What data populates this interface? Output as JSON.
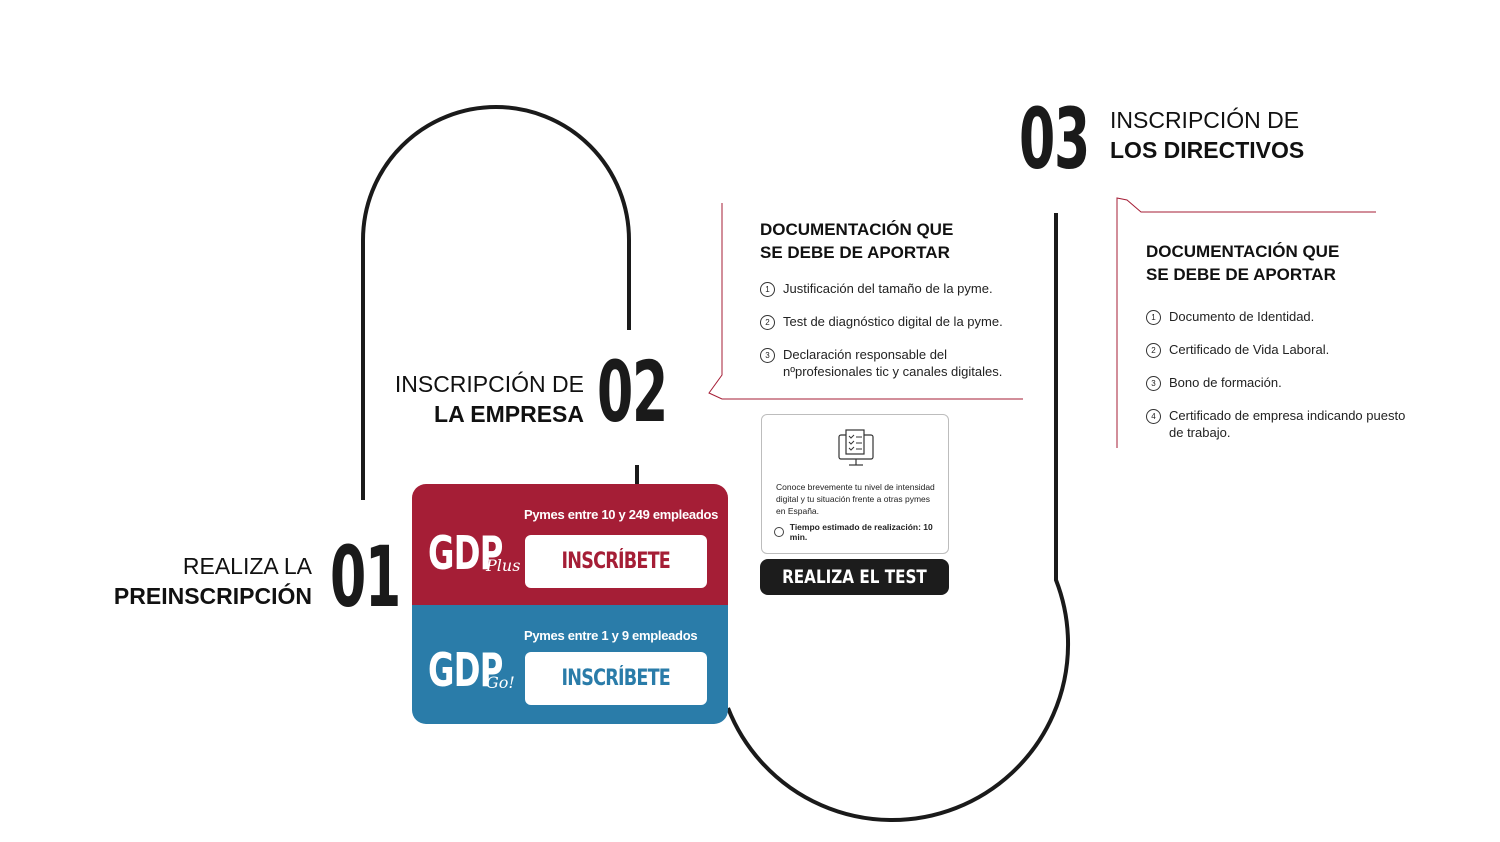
{
  "steps": [
    {
      "number": "01",
      "title_light": "REALIZA LA",
      "title_bold": "PREINSCRIPCIÓN"
    },
    {
      "number": "02",
      "title_light": "INSCRIPCIÓN DE",
      "title_bold": "LA EMPRESA"
    },
    {
      "number": "03",
      "title_light": "INSCRIPCIÓN DE",
      "title_bold": "LOS DIRECTIVOS"
    }
  ],
  "cards": {
    "plus": {
      "logo": "GDP",
      "logo_sub": "Plus",
      "caption": "Pymes entre 10 y 249 empleados",
      "button": "INSCRÍBETE",
      "color": "#a51e36"
    },
    "go": {
      "logo": "GDP",
      "logo_sub": "Go!",
      "caption": "Pymes entre 1 y 9 empleados",
      "button": "INSCRÍBETE",
      "color": "#2a7ca9"
    }
  },
  "company_docs": {
    "heading_line1": "DOCUMENTACIÓN QUE",
    "heading_line2": "SE DEBE DE APORTAR",
    "items": [
      {
        "num": "1",
        "text": "Justificación del tamaño de la pyme."
      },
      {
        "num": "2",
        "text": "Test de diagnóstico digital de la pyme."
      },
      {
        "num": "3",
        "text": "Declaración responsable del nºprofesionales tic y canales digitales."
      }
    ]
  },
  "test": {
    "icon": "checklist-monitor-icon",
    "description": "Conoce brevemente tu nivel de intensidad digital y tu situación frente a otras pymes en España.",
    "time_text": "Tiempo estimado de realización: 10 min.",
    "button": "REALIZA EL TEST"
  },
  "director_docs": {
    "heading_line1": "DOCUMENTACIÓN QUE",
    "heading_line2": "SE DEBE DE APORTAR",
    "items": [
      {
        "num": "1",
        "text": "Documento de Identidad."
      },
      {
        "num": "2",
        "text": "Certificado de Vida Laboral."
      },
      {
        "num": "3",
        "text": "Bono de formación."
      },
      {
        "num": "4",
        "text": "Certificado de empresa indicando puesto de trabajo."
      }
    ]
  },
  "colors": {
    "accent_red": "#a51e36",
    "accent_blue": "#2a7ca9",
    "dark": "#1c1c1c"
  }
}
